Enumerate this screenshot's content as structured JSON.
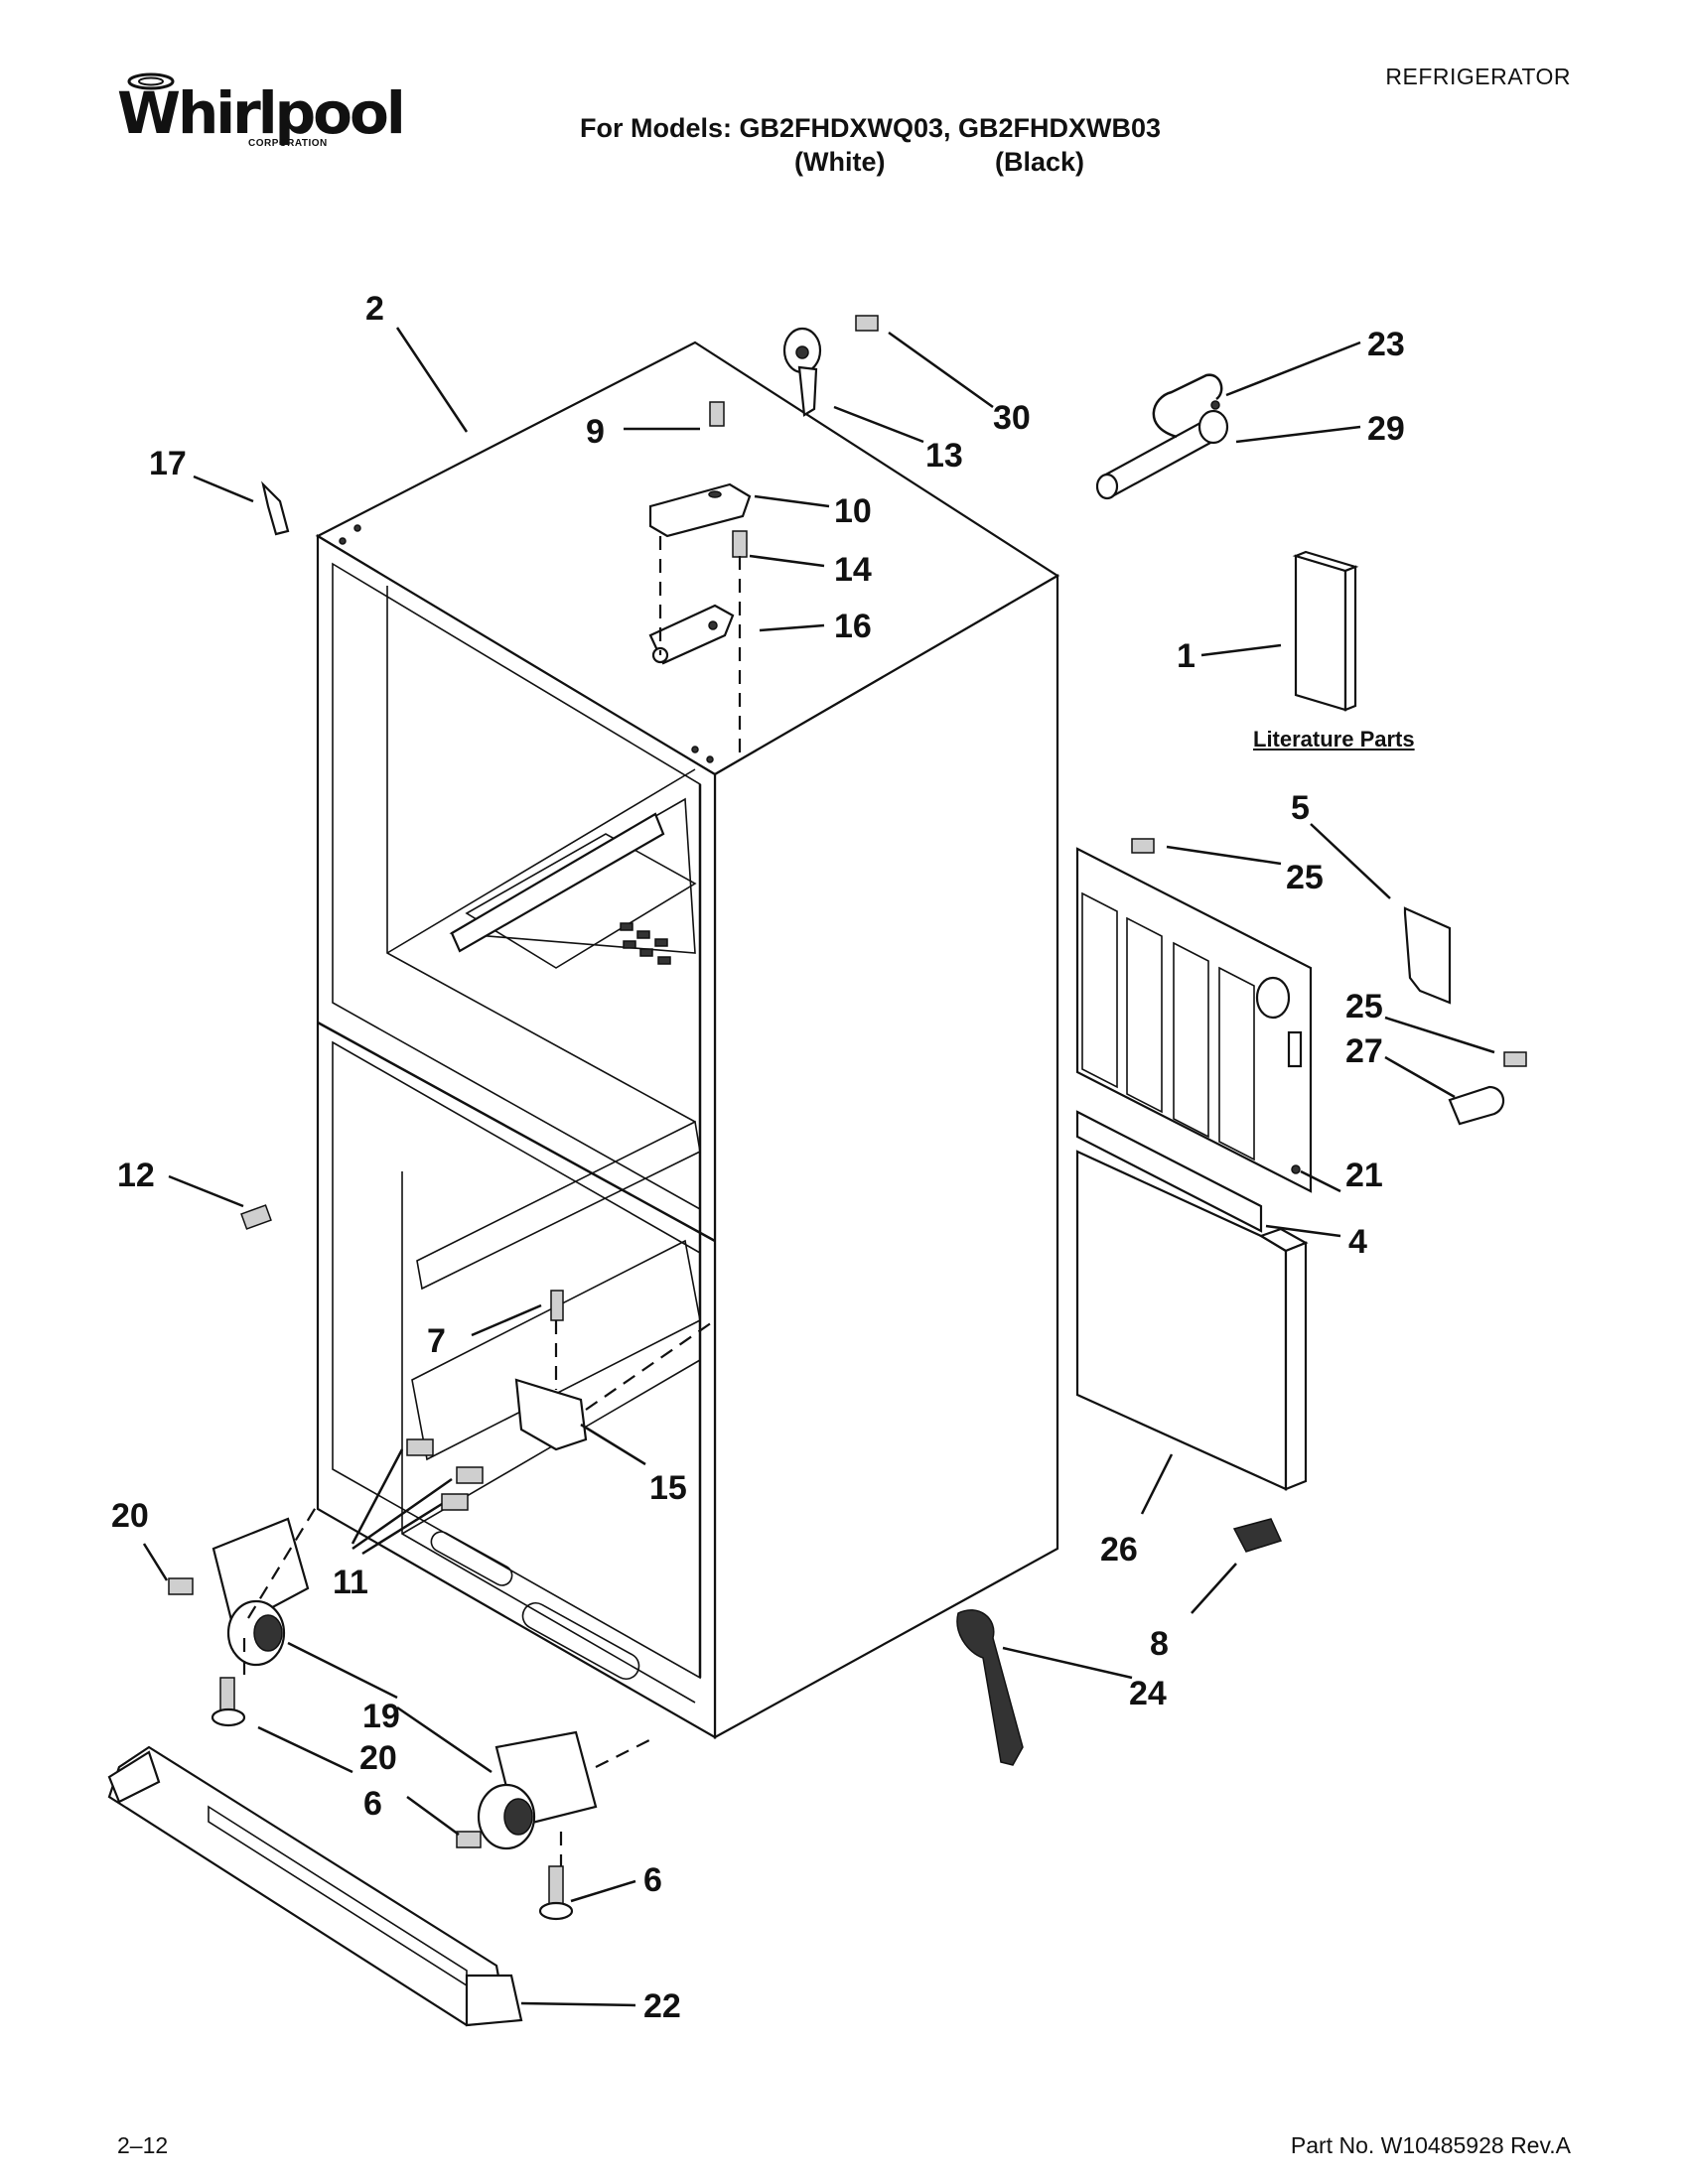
{
  "header": {
    "brand": "Whirlpool",
    "brand_sub": "CORPORATION",
    "doc_type": "REFRIGERATOR",
    "models_line": "For Models: GB2FHDXWQ03, GB2FHDXWB03",
    "color_white": "(White)",
    "color_black": "(Black)"
  },
  "literature_label": "Literature Parts",
  "callouts": {
    "c1": "1",
    "c2": "2",
    "c4": "4",
    "c5": "5",
    "c6a": "6",
    "c6b": "6",
    "c7": "7",
    "c8": "8",
    "c9": "9",
    "c10": "10",
    "c11": "11",
    "c12": "12",
    "c13": "13",
    "c14": "14",
    "c15": "15",
    "c16": "16",
    "c17": "17",
    "c19": "19",
    "c20a": "20",
    "c20b": "20",
    "c21": "21",
    "c22": "22",
    "c23": "23",
    "c24": "24",
    "c25a": "25",
    "c25b": "25",
    "c26": "26",
    "c27": "27",
    "c29": "29",
    "c30": "30"
  },
  "footer": {
    "page": "2–12",
    "part_number": "Part No. W10485928 Rev.A"
  }
}
